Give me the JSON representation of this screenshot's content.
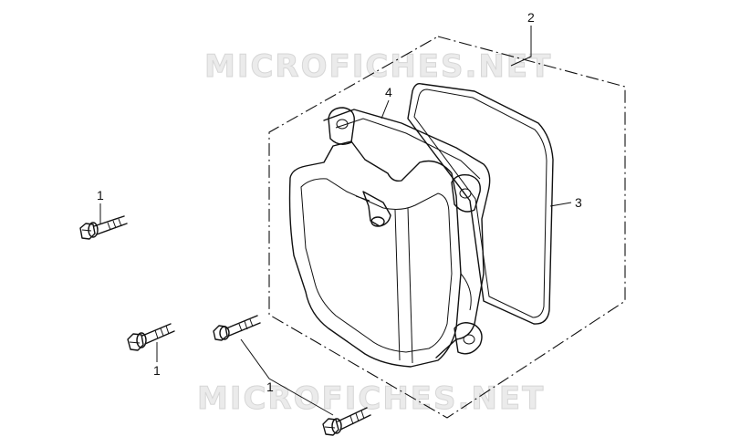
{
  "diagram": {
    "watermark_top": "MICROFICHES.NET",
    "watermark_bottom": "MICROFICHES.NET",
    "callouts": {
      "bolt_upper": "1",
      "bolt_middle": "1",
      "bolt_lower": "1",
      "assembly": "2",
      "gasket": "3",
      "cover": "4"
    }
  }
}
